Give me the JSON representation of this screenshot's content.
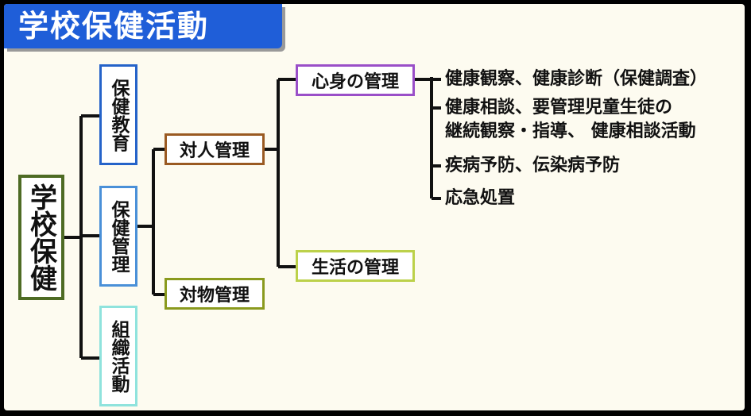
{
  "title": "学校保健活動",
  "root": "学校保健",
  "level1": [
    "保健教育",
    "保健管理",
    "組織活動"
  ],
  "level2": [
    "対人管理",
    "対物管理"
  ],
  "level3": [
    "心身の管理",
    "生活の管理"
  ],
  "details": [
    "健康観察、健康診断（保健調査）",
    "健康相談、要管理児童生徒の",
    "継続観察・指導、 健康相談活動",
    "疾病予防、伝染病予防",
    "応急処置"
  ]
}
